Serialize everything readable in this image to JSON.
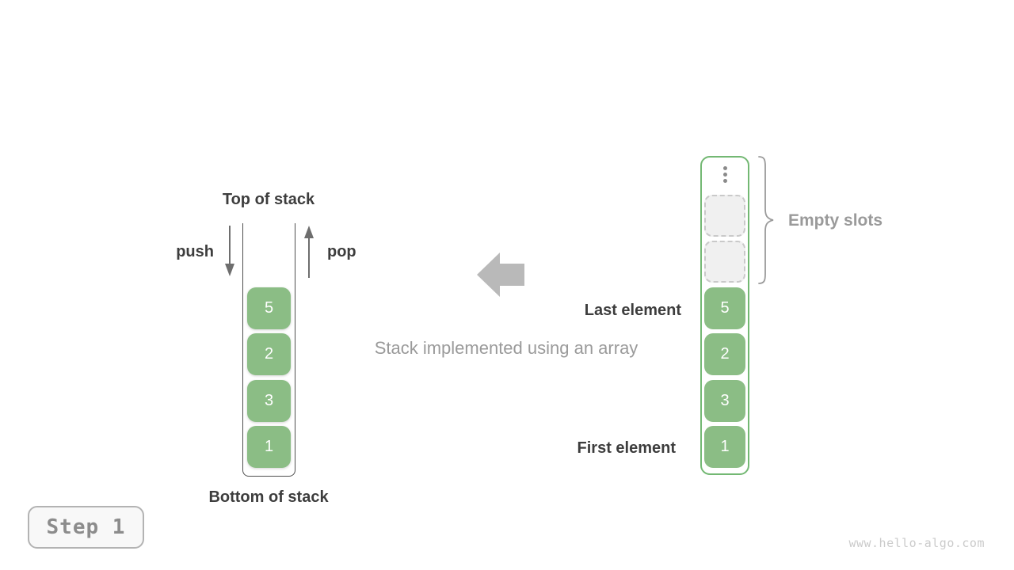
{
  "colors": {
    "box_green": "#8bbd85",
    "array_border_green": "#73b873",
    "dark_text": "#3d3d3d",
    "gray_text": "#9a9a9a",
    "light_gray_arrow": "#b9b9b9",
    "slot_fill": "#f0f0f0",
    "slot_border": "#c9c9c9",
    "watermark_gray": "#cbcbcb"
  },
  "left_stack": {
    "top_label": "Top of stack",
    "bottom_label": "Bottom of stack",
    "push_label": "push",
    "pop_label": "pop",
    "push_icon": "down-arrow",
    "pop_icon": "up-arrow",
    "items": [
      "5",
      "2",
      "3",
      "1"
    ]
  },
  "middle": {
    "arrow_icon": "left-arrow",
    "caption": "Stack implemented using an array"
  },
  "right_array": {
    "ellipsis_icon": "vertical-ellipsis",
    "brace_icon": "curly-brace",
    "empty_slot_count": 2,
    "empty_slots_label": "Empty slots",
    "last_element_label": "Last element",
    "first_element_label": "First element",
    "items": [
      "5",
      "2",
      "3",
      "1"
    ]
  },
  "footer": {
    "step_label": "Step 1",
    "watermark": "www.hello-algo.com"
  }
}
